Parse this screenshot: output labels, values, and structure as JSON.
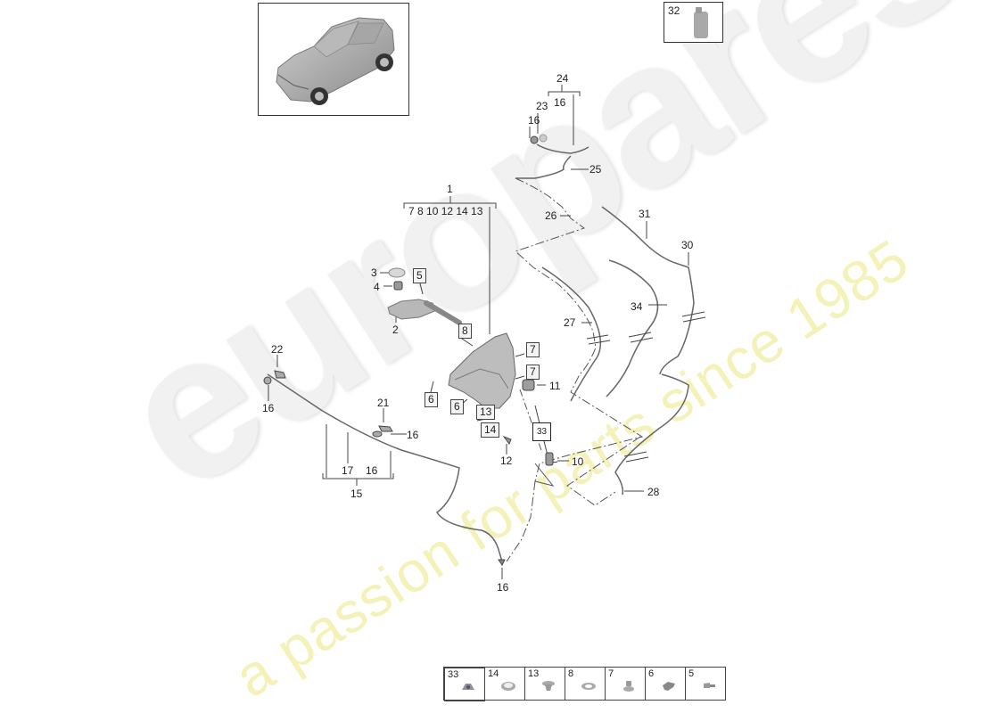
{
  "watermark": {
    "brand": "europares",
    "tagline": "a passion for parts since 1985"
  },
  "vehicle_thumbnail": {
    "icon": "suv-car-icon"
  },
  "fluid_container": {
    "number": "32",
    "icon": "fluid-bottle-icon"
  },
  "callouts": {
    "group_1": {
      "title": "1",
      "members": "7 8 10 12 14 13"
    },
    "group_24": {
      "title": "24",
      "members": "16"
    },
    "group_15": {
      "title": "15",
      "members": [
        "17",
        "16"
      ]
    },
    "p2": "2",
    "p3": "3",
    "p4": "4",
    "p5": "5",
    "p6a": "6",
    "p6b": "6",
    "p7a": "7",
    "p7b": "7",
    "p8": "8",
    "p10": "10",
    "p11": "11",
    "p12": "12",
    "p13": "13",
    "p14": "14",
    "p16_a": "16",
    "p16_b": "16",
    "p16_c": "16",
    "p16_d": "16",
    "p21": "21",
    "p22": "22",
    "p23": "23",
    "p25": "25",
    "p26": "26",
    "p27": "27",
    "p28": "28",
    "p30": "30",
    "p31": "31",
    "p33": "33",
    "p34": "34"
  },
  "legend": {
    "items": [
      {
        "number": "33",
        "icon": "grommet-icon"
      },
      {
        "number": "14",
        "icon": "seal-ring-icon"
      },
      {
        "number": "13",
        "icon": "grommet-small-icon"
      },
      {
        "number": "8",
        "icon": "o-ring-icon"
      },
      {
        "number": "7",
        "icon": "plug-icon"
      },
      {
        "number": "6",
        "icon": "clip-icon"
      },
      {
        "number": "5",
        "icon": "screw-icon"
      }
    ]
  }
}
